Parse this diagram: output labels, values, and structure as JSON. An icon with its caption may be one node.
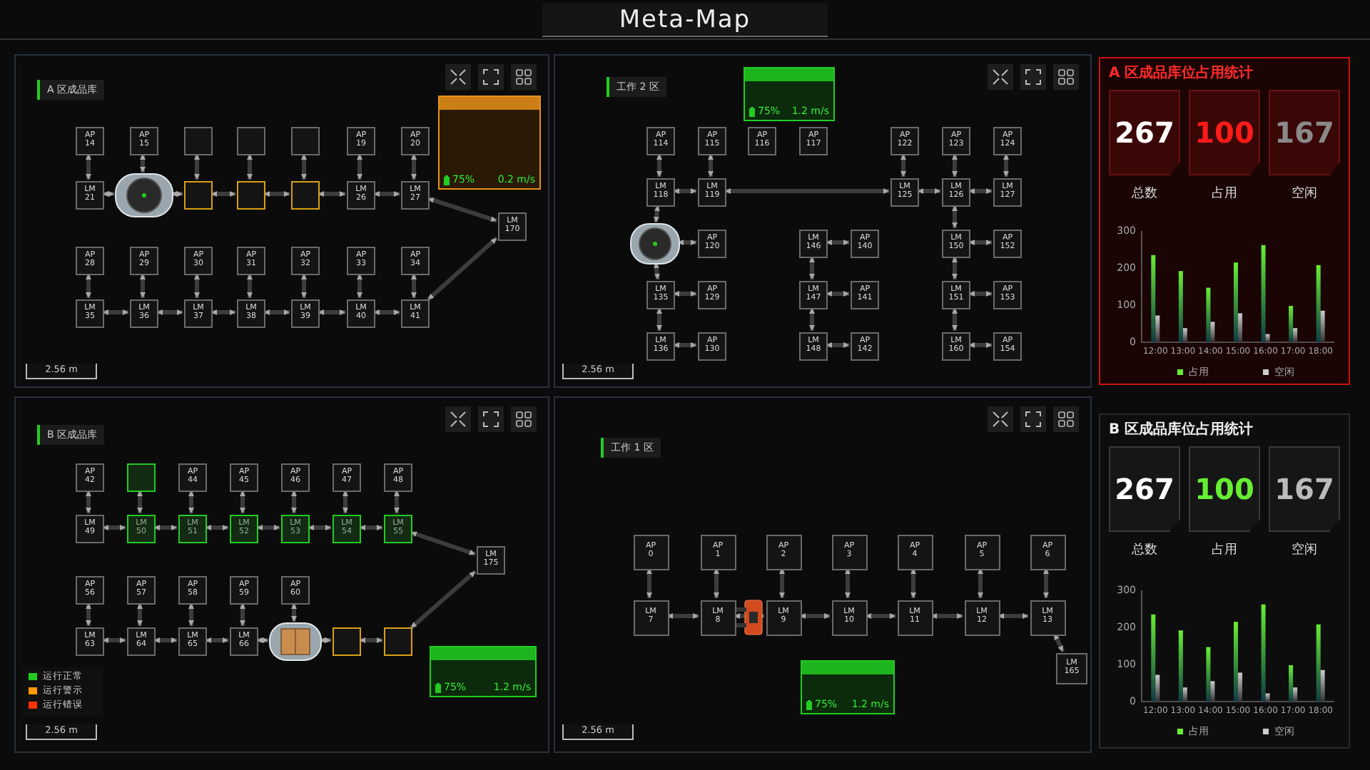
{
  "diagram": {
    "title": "Meta-Map",
    "nodes": [
      {
        "text": [
          "A 区成品库"
        ]
      },
      {
        "text": [
          "AP 14"
        ],
        "in": 0
      },
      {
        "text": [
          "AP 15"
        ],
        "in": 0
      },
      {
        "text": [],
        "shape": "box",
        "in": 0
      },
      {
        "text": [],
        "shape": "box",
        "in": 0
      },
      {
        "text": [],
        "shape": "box",
        "in": 0
      },
      {
        "text": [
          "AP 19"
        ],
        "in": 0
      },
      {
        "text": [
          "AP 20"
        ],
        "in": 0
      },
      {
        "text": [
          "LM 21"
        ],
        "in": 0
      },
      {
        "text": [],
        "shape": "picture",
        "in": 0
      },
      {
        "text": [],
        "shape": "box",
        "in": 0
      },
      {
        "text": [],
        "shape": "box",
        "in": 0
      },
      {
        "text": [],
        "shape": "box",
        "in": 0
      },
      {
        "text": [
          "LM 26"
        ],
        "in": 0
      },
      {
        "text": [
          "LM 27"
        ],
        "in": 0
      },
      {
        "text": [
          "AP 28"
        ],
        "in": 0
      },
      {
        "text": [
          "AP 29"
        ],
        "in": 0
      },
      {
        "text": [
          "AP 30"
        ],
        "in": 0
      },
      {
        "text": [
          "AP 31"
        ],
        "in": 0
      },
      {
        "text": [
          "AP 32"
        ],
        "in": 0
      },
      {
        "text": [
          "AP 33"
        ],
        "in": 0
      },
      {
        "text": [
          "AP 34"
        ],
        "in": 0
      },
      {
        "text": [
          "LM 35"
        ],
        "in": 0
      },
      {
        "text": [
          "LM 36"
        ],
        "in": 0
      },
      {
        "text": [
          "LM 37"
        ],
        "in": 0
      },
      {
        "text": [
          "LM 38"
        ],
        "in": 0
      },
      {
        "text": [
          "LM 39"
        ],
        "in": 0
      },
      {
        "text": [
          "LM 40"
        ],
        "in": 0
      },
      {
        "text": [
          "LM 41"
        ],
        "in": 0
      },
      {
        "text": [
          "LM 170"
        ],
        "in": 0
      },
      {
        "text": [
          "75%",
          "0.2 m/s"
        ],
        "in": 0
      },
      {
        "text": [
          "工作 2 区"
        ]
      },
      {
        "text": [
          "AP 114"
        ],
        "in": 31
      },
      {
        "text": [
          "AP 115"
        ],
        "in": 31
      },
      {
        "text": [
          "AP 116"
        ],
        "in": 31
      },
      {
        "text": [
          "AP 117"
        ],
        "in": 31
      },
      {
        "text": [
          "AP 122"
        ],
        "in": 31
      },
      {
        "text": [
          "AP 123"
        ],
        "in": 31
      },
      {
        "text": [
          "AP 124"
        ],
        "in": 31
      },
      {
        "text": [
          "LM 118"
        ],
        "in": 31
      },
      {
        "text": [
          "LM 119"
        ],
        "in": 31
      },
      {
        "text": [
          "LM 125"
        ],
        "in": 31
      },
      {
        "text": [
          "LM 126"
        ],
        "in": 31
      },
      {
        "text": [
          "LM 127"
        ],
        "in": 31
      },
      {
        "text": [],
        "shape": "picture",
        "in": 31
      },
      {
        "text": [
          "AP 120"
        ],
        "in": 31
      },
      {
        "text": [
          "LM 146"
        ],
        "in": 31
      },
      {
        "text": [
          "AP 140"
        ],
        "in": 31
      },
      {
        "text": [
          "LM 150"
        ],
        "in": 31
      },
      {
        "text": [
          "AP 152"
        ],
        "in": 31
      },
      {
        "text": [
          "LM 135"
        ],
        "in": 31
      },
      {
        "text": [
          "AP 129"
        ],
        "in": 31
      },
      {
        "text": [
          "LM 147"
        ],
        "in": 31
      },
      {
        "text": [
          "AP 141"
        ],
        "in": 31
      },
      {
        "text": [
          "LM 151"
        ],
        "in": 31
      },
      {
        "text": [
          "AP 153"
        ],
        "in": 31
      },
      {
        "text": [
          "LM 136"
        ],
        "in": 31
      },
      {
        "text": [
          "AP 130"
        ],
        "in": 31
      },
      {
        "text": [
          "LM 148"
        ],
        "in": 31
      },
      {
        "text": [
          "AP 142"
        ],
        "in": 31
      },
      {
        "text": [
          "LM 160"
        ],
        "in": 31
      },
      {
        "text": [
          "AP 154"
        ],
        "in": 31
      },
      {
        "text": [
          "75%",
          "1.2 m/s"
        ],
        "in": 31
      },
      {
        "text": [
          "B 区成品库"
        ]
      },
      {
        "text": [
          "AP 42"
        ],
        "in": 63
      },
      {
        "text": [],
        "shape": "box",
        "in": 63
      },
      {
        "text": [
          "AP 44"
        ],
        "in": 63
      },
      {
        "text": [
          "AP 45"
        ],
        "in": 63
      },
      {
        "text": [
          "AP 46"
        ],
        "in": 63
      },
      {
        "text": [
          "AP 47"
        ],
        "in": 63
      },
      {
        "text": [
          "AP 48"
        ],
        "in": 63
      },
      {
        "text": [
          "LM 49"
        ],
        "in": 63
      },
      {
        "text": [
          "LM 50"
        ],
        "in": 63
      },
      {
        "text": [
          "LM 51"
        ],
        "in": 63
      },
      {
        "text": [
          "LM 52"
        ],
        "in": 63
      },
      {
        "text": [
          "LM 53"
        ],
        "in": 63
      },
      {
        "text": [
          "LM 54"
        ],
        "in": 63
      },
      {
        "text": [
          "LM 55"
        ],
        "in": 63
      },
      {
        "text": [
          "AP 56"
        ],
        "in": 63
      },
      {
        "text": [
          "AP 57"
        ],
        "in": 63
      },
      {
        "text": [
          "AP 58"
        ],
        "in": 63
      },
      {
        "text": [
          "AP 59"
        ],
        "in": 63
      },
      {
        "text": [
          "AP 60"
        ],
        "in": 63
      },
      {
        "text": [
          "LM 63"
        ],
        "in": 63
      },
      {
        "text": [
          "LM 64"
        ],
        "in": 63
      },
      {
        "text": [
          "LM 65"
        ],
        "in": 63
      },
      {
        "text": [
          "LM 66"
        ],
        "in": 63
      },
      {
        "text": [],
        "shape": "picture",
        "in": 63
      },
      {
        "text": [],
        "shape": "box",
        "in": 63
      },
      {
        "text": [],
        "shape": "box",
        "in": 63
      },
      {
        "text": [
          "LM 175"
        ],
        "in": 63
      },
      {
        "text": [
          "75%",
          "1.2 m/s"
        ],
        "in": 63
      },
      {
        "text": [
          "工作 1 区"
        ]
      },
      {
        "text": [
          "AP 0"
        ],
        "in": 92
      },
      {
        "text": [
          "AP 1"
        ],
        "in": 92
      },
      {
        "text": [
          "AP 2"
        ],
        "in": 92
      },
      {
        "text": [
          "AP 3"
        ],
        "in": 92
      },
      {
        "text": [
          "AP 4"
        ],
        "in": 92
      },
      {
        "text": [
          "AP 5"
        ],
        "in": 92
      },
      {
        "text": [
          "AP 6"
        ],
        "in": 92
      },
      {
        "text": [
          "LM 7"
        ],
        "in": 92
      },
      {
        "text": [
          "LM 8"
        ],
        "in": 92
      },
      {
        "text": [
          "LM 9"
        ],
        "in": 92
      },
      {
        "text": [
          "LM 10"
        ],
        "in": 92
      },
      {
        "text": [
          "LM 11"
        ],
        "in": 92
      },
      {
        "text": [
          "LM 12"
        ],
        "in": 92
      },
      {
        "text": [
          "LM 13"
        ],
        "in": 92
      },
      {
        "text": [
          "LM 165"
        ],
        "in": 92
      },
      {
        "text": [
          "75%",
          "1.2 m/s"
        ],
        "in": 92
      },
      {
        "text": [
          "A 区成品库位占用统计"
        ]
      },
      {
        "text": [
          "267",
          "总数"
        ],
        "in": 109
      },
      {
        "text": [
          "100",
          "占用"
        ],
        "in": 109
      },
      {
        "text": [
          "167",
          "空闲"
        ],
        "in": 109
      },
      {
        "text": [
          "B 区成品库位占用统计"
        ]
      },
      {
        "text": [
          "267",
          "总数"
        ],
        "in": 113
      },
      {
        "text": [
          "100",
          "占用"
        ],
        "in": 113
      },
      {
        "text": [
          "167",
          "空闲"
        ],
        "in": 113
      }
    ],
    "edges": [
      {
        "from": 1,
        "to": 8,
        "arrow": "both"
      },
      {
        "from": 2,
        "to": 9,
        "arrow": "both"
      },
      {
        "from": 3,
        "to": 10,
        "arrow": "both"
      },
      {
        "from": 4,
        "to": 11,
        "arrow": "both"
      },
      {
        "from": 5,
        "to": 12,
        "arrow": "both"
      },
      {
        "from": 6,
        "to": 13,
        "arrow": "both"
      },
      {
        "from": 7,
        "to": 14,
        "arrow": "both"
      },
      {
        "from": 8,
        "to": 9,
        "arrow": "both"
      },
      {
        "from": 9,
        "to": 10,
        "arrow": "both"
      },
      {
        "from": 10,
        "to": 11,
        "arrow": "both"
      },
      {
        "from": 11,
        "to": 12,
        "arrow": "both"
      },
      {
        "from": 12,
        "to": 13,
        "arrow": "both"
      },
      {
        "from": 13,
        "to": 14,
        "arrow": "both"
      },
      {
        "from": 15,
        "to": 22,
        "arrow": "both"
      },
      {
        "from": 16,
        "to": 23,
        "arrow": "both"
      },
      {
        "from": 17,
        "to": 24,
        "arrow": "both"
      },
      {
        "from": 18,
        "to": 25,
        "arrow": "both"
      },
      {
        "from": 19,
        "to": 26,
        "arrow": "both"
      },
      {
        "from": 20,
        "to": 27,
        "arrow": "both"
      },
      {
        "from": 21,
        "to": 28,
        "arrow": "both"
      },
      {
        "from": 22,
        "to": 23,
        "arrow": "both"
      },
      {
        "from": 23,
        "to": 24,
        "arrow": "both"
      },
      {
        "from": 24,
        "to": 25,
        "arrow": "both"
      },
      {
        "from": 25,
        "to": 26,
        "arrow": "both"
      },
      {
        "from": 26,
        "to": 27,
        "arrow": "both"
      },
      {
        "from": 27,
        "to": 28,
        "arrow": "both"
      },
      {
        "from": 14,
        "to": 29,
        "arrow": "both"
      },
      {
        "from": 28,
        "to": 29,
        "arrow": "both"
      },
      {
        "from": 32,
        "to": 39,
        "arrow": "both"
      },
      {
        "from": 33,
        "to": 40,
        "arrow": "both"
      },
      {
        "from": 36,
        "to": 41,
        "arrow": "both"
      },
      {
        "from": 37,
        "to": 42,
        "arrow": "both"
      },
      {
        "from": 38,
        "to": 43,
        "arrow": "both"
      },
      {
        "from": 39,
        "to": 40,
        "arrow": "both"
      },
      {
        "from": 40,
        "to": 41,
        "arrow": "both"
      },
      {
        "from": 41,
        "to": 42,
        "arrow": "both"
      },
      {
        "from": 42,
        "to": 43,
        "arrow": "both"
      },
      {
        "from": 39,
        "to": 44,
        "arrow": "both"
      },
      {
        "from": 44,
        "to": 50,
        "arrow": "both"
      },
      {
        "from": 50,
        "to": 56,
        "arrow": "both"
      },
      {
        "from": 46,
        "to": 52,
        "arrow": "both"
      },
      {
        "from": 52,
        "to": 58,
        "arrow": "both"
      },
      {
        "from": 42,
        "to": 48,
        "arrow": "both"
      },
      {
        "from": 48,
        "to": 54,
        "arrow": "both"
      },
      {
        "from": 54,
        "to": 60,
        "arrow": "both"
      },
      {
        "from": 44,
        "to": 45,
        "arrow": "both"
      },
      {
        "from": 50,
        "to": 51,
        "arrow": "both"
      },
      {
        "from": 56,
        "to": 57,
        "arrow": "both"
      },
      {
        "from": 46,
        "to": 47,
        "arrow": "both"
      },
      {
        "from": 52,
        "to": 53,
        "arrow": "both"
      },
      {
        "from": 58,
        "to": 59,
        "arrow": "both"
      },
      {
        "from": 48,
        "to": 49,
        "arrow": "both"
      },
      {
        "from": 54,
        "to": 55,
        "arrow": "both"
      },
      {
        "from": 60,
        "to": 61,
        "arrow": "both"
      },
      {
        "from": 64,
        "to": 71,
        "arrow": "both"
      },
      {
        "from": 65,
        "to": 72,
        "arrow": "both"
      },
      {
        "from": 66,
        "to": 73,
        "arrow": "both"
      },
      {
        "from": 67,
        "to": 74,
        "arrow": "both"
      },
      {
        "from": 68,
        "to": 75,
        "arrow": "both"
      },
      {
        "from": 69,
        "to": 76,
        "arrow": "both"
      },
      {
        "from": 70,
        "to": 77,
        "arrow": "both"
      },
      {
        "from": 71,
        "to": 72,
        "arrow": "both"
      },
      {
        "from": 72,
        "to": 73,
        "arrow": "both"
      },
      {
        "from": 73,
        "to": 74,
        "arrow": "both"
      },
      {
        "from": 74,
        "to": 75,
        "arrow": "both"
      },
      {
        "from": 75,
        "to": 76,
        "arrow": "both"
      },
      {
        "from": 76,
        "to": 77,
        "arrow": "both"
      },
      {
        "from": 78,
        "to": 83,
        "arrow": "both"
      },
      {
        "from": 79,
        "to": 84,
        "arrow": "both"
      },
      {
        "from": 80,
        "to": 85,
        "arrow": "both"
      },
      {
        "from": 81,
        "to": 86,
        "arrow": "both"
      },
      {
        "from": 82,
        "to": 87,
        "arrow": "both"
      },
      {
        "from": 83,
        "to": 84,
        "arrow": "both"
      },
      {
        "from": 84,
        "to": 85,
        "arrow": "both"
      },
      {
        "from": 85,
        "to": 86,
        "arrow": "both"
      },
      {
        "from": 86,
        "to": 87,
        "arrow": "both"
      },
      {
        "from": 87,
        "to": 88,
        "arrow": "both"
      },
      {
        "from": 88,
        "to": 89,
        "arrow": "both"
      },
      {
        "from": 77,
        "to": 90,
        "arrow": "both"
      },
      {
        "from": 89,
        "to": 90,
        "arrow": "both"
      },
      {
        "from": 93,
        "to": 100,
        "arrow": "both"
      },
      {
        "from": 94,
        "to": 101,
        "arrow": "both"
      },
      {
        "from": 95,
        "to": 102,
        "arrow": "both"
      },
      {
        "from": 96,
        "to": 103,
        "arrow": "both"
      },
      {
        "from": 97,
        "to": 104,
        "arrow": "both"
      },
      {
        "from": 98,
        "to": 105,
        "arrow": "both"
      },
      {
        "from": 99,
        "to": 106,
        "arrow": "both"
      },
      {
        "from": 100,
        "to": 101,
        "arrow": "both"
      },
      {
        "from": 101,
        "to": 102,
        "arrow": "both"
      },
      {
        "from": 102,
        "to": 103,
        "arrow": "both"
      },
      {
        "from": 103,
        "to": 104,
        "arrow": "both"
      },
      {
        "from": 104,
        "to": 105,
        "arrow": "both"
      },
      {
        "from": 105,
        "to": 106,
        "arrow": "both"
      },
      {
        "from": 106,
        "to": 107,
        "arrow": "both"
      }
    ],
    "labels": [
      "2.56 m",
      "2.56 m",
      "2.56 m",
      "2.56 m",
      "0",
      "100",
      "200",
      "300",
      "12:00",
      "13:00",
      "14:00",
      "15:00",
      "16:00",
      "17:00",
      "18:00",
      "占用",
      "空闲"
    ],
    "legend": [
      {
        "text": "运行正常",
        "color": "#22cc22"
      },
      {
        "text": "运行警示",
        "color": "#ff9900"
      },
      {
        "text": "运行错误",
        "color": "#ff3300"
      }
    ],
    "chart_data": {
      "type": "bar",
      "categories": [
        "12:00",
        "13:00",
        "14:00",
        "15:00",
        "16:00",
        "17:00",
        "18:00"
      ],
      "series": [
        {
          "name": "占用",
          "color": "#66ee33",
          "values": [
            235,
            192,
            147,
            215,
            262,
            98,
            208
          ]
        },
        {
          "name": "空闲",
          "color": "#cccccc",
          "values": [
            72,
            38,
            55,
            78,
            22,
            38,
            85
          ]
        }
      ],
      "ylim": [
        0,
        300
      ],
      "yticks": [
        0,
        100,
        200,
        300
      ],
      "stacked": false,
      "legend": "bottom"
    }
  }
}
